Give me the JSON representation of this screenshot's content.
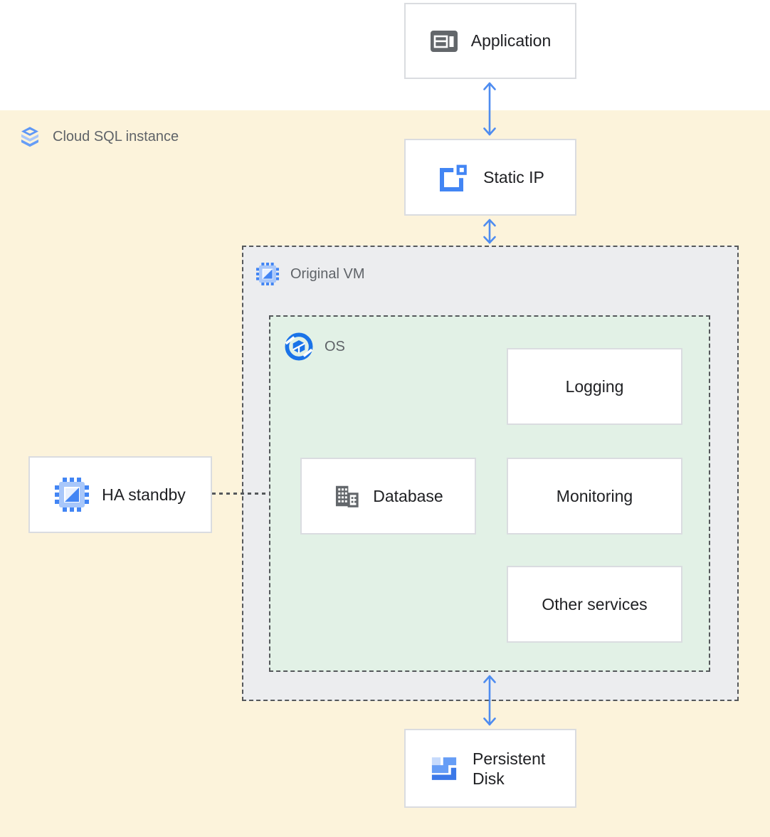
{
  "container_label": {
    "text": "Cloud SQL instance",
    "icon": "cloud-sql-icon"
  },
  "nodes": {
    "application": {
      "label": "Application",
      "icon": "application-icon"
    },
    "static_ip": {
      "label": "Static IP",
      "icon": "static-ip-icon"
    },
    "original_vm": {
      "label": "Original VM",
      "icon": "compute-chip-icon"
    },
    "os": {
      "label": "OS",
      "icon": "os-icon"
    },
    "logging": {
      "label": "Logging"
    },
    "database": {
      "label": "Database",
      "icon": "database-icon"
    },
    "monitoring": {
      "label": "Monitoring"
    },
    "other_services": {
      "label": "Other services"
    },
    "ha_standby": {
      "label": "HA standby",
      "icon": "compute-chip-icon"
    },
    "persistent_disk": {
      "label": "Persistent Disk",
      "icon": "persistent-disk-icon"
    }
  },
  "connections": [
    {
      "from": "Application",
      "to": "Static IP",
      "style": "double-headed-arrow"
    },
    {
      "from": "Static IP",
      "to": "Original VM",
      "style": "double-headed-arrow"
    },
    {
      "from": "OS",
      "to": "Persistent Disk",
      "style": "double-headed-arrow"
    },
    {
      "from": "HA standby",
      "to": "OS",
      "style": "dashed-line"
    }
  ],
  "colors": {
    "top_band": "#ffffff",
    "cloud_sql_zone": "#fcf3db",
    "vm_zone": "#ecedef",
    "os_zone": "#e2f1e6",
    "node_border": "#dadce0",
    "dashed_border": "#55585b",
    "arrow_blue": "#4e8cf0",
    "icon_blue": "#4285f4",
    "icon_blue_light": "#a8c7fa",
    "icon_gray": "#63676b",
    "label_dark": "#202124",
    "label_gray": "#5f6368"
  }
}
